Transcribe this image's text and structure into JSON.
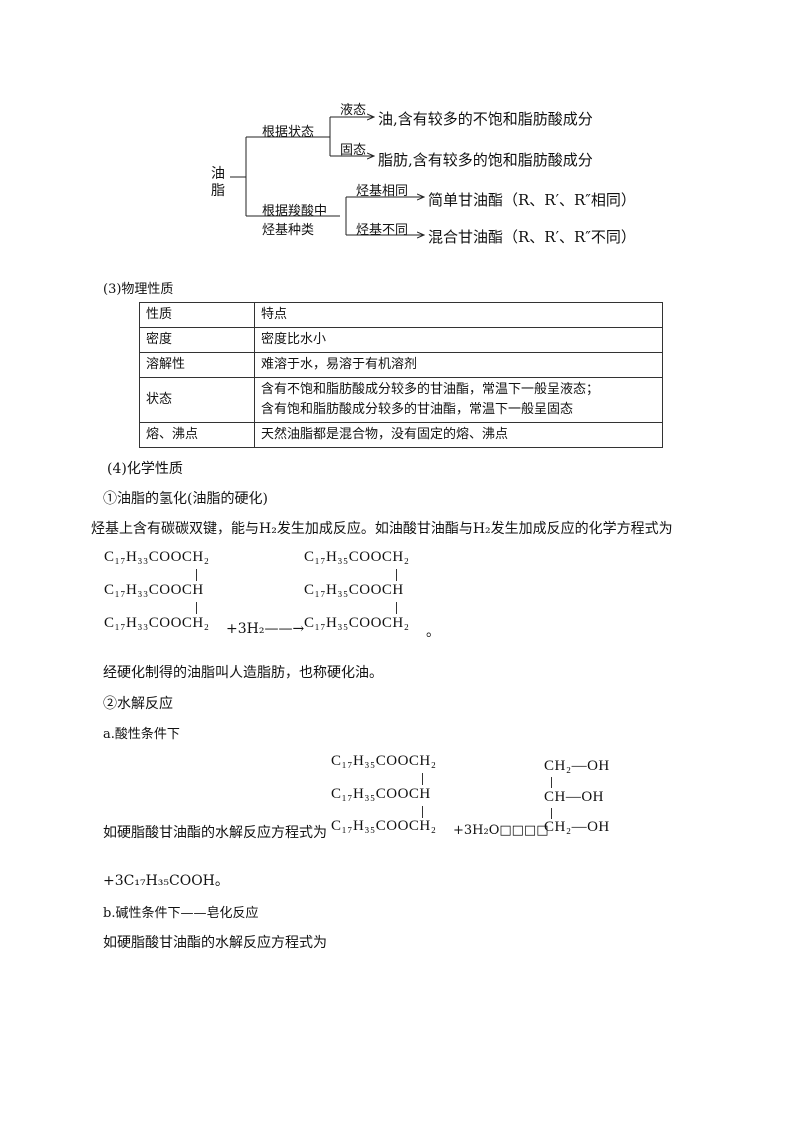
{
  "diagram": {
    "root": "油脂",
    "branch1": "根据状态",
    "liquid_label": "液态",
    "liquid_result": "油,含有较多的不饱和脂肪酸成分",
    "solid_label": "固态",
    "solid_result": "脂肪,含有较多的饱和脂肪酸成分",
    "branch2_line1": "根据羧酸中",
    "branch2_line2": "烃基种类",
    "same_label": "烃基相同",
    "same_result": "简单甘油酯（R、R′、R″相同）",
    "diff_label": "烃基不同",
    "diff_result": "混合甘油酯（R、R′、R″不同）"
  },
  "physical": {
    "heading": "(3)物理性质",
    "header": [
      "性质",
      "特点"
    ],
    "rows": [
      {
        "prop": "密度",
        "desc": "密度比水小"
      },
      {
        "prop": "溶解性",
        "desc": "难溶于水，易溶于有机溶剂"
      },
      {
        "prop": "状态",
        "desc1": "含有不饱和脂肪酸成分较多的甘油酯，常温下一般呈液态；",
        "desc2": "含有饱和脂肪酸成分较多的甘油酯，常温下一般呈固态"
      },
      {
        "prop": "熔、沸点",
        "desc": "天然油脂都是混合物，没有固定的熔、沸点"
      }
    ]
  },
  "chemical": {
    "heading": "(4)化学性质",
    "sub1": "①油脂的氢化(油脂的硬化)",
    "para1": "烃基上含有碳碳双键，能与H₂发生加成反应。如油酸甘油酯与H₂发生加成反应的化学方程式为",
    "eq1_left": [
      "C₁₇H₃₃COOCH₂",
      "C₁₇H₃₃COOCH",
      "C₁₇H₃₃COOCH₂"
    ],
    "eq1_mid": "+3H₂——→",
    "eq1_right": [
      "C₁₇H₃₅COOCH₂",
      "C₁₇H₃₅COOCH",
      "C₁₇H₃₅COOCH₂"
    ],
    "eq1_end": "。",
    "para2": "经硬化制得的油脂叫人造脂肪，也称硬化油。",
    "sub2": "②水解反应",
    "sub2a": "a.酸性条件下",
    "para3": "如硬脂酸甘油酯的水解反应方程式为",
    "eq2_left": [
      "C₁₇H₃₅COOCH₂",
      "C₁₇H₃₅COOCH",
      "C₁₇H₃₅COOCH₂"
    ],
    "eq2_mid": "+3H₂O□□□□",
    "eq2_right": [
      "CH₂—OH",
      "CH—OH",
      "CH₂—OH"
    ],
    "eq2_tail": "+3C₁₇H₃₅COOH。",
    "sub2b": "b.碱性条件下——皂化反应",
    "para4": "如硬脂酸甘油酯的水解反应方程式为"
  }
}
